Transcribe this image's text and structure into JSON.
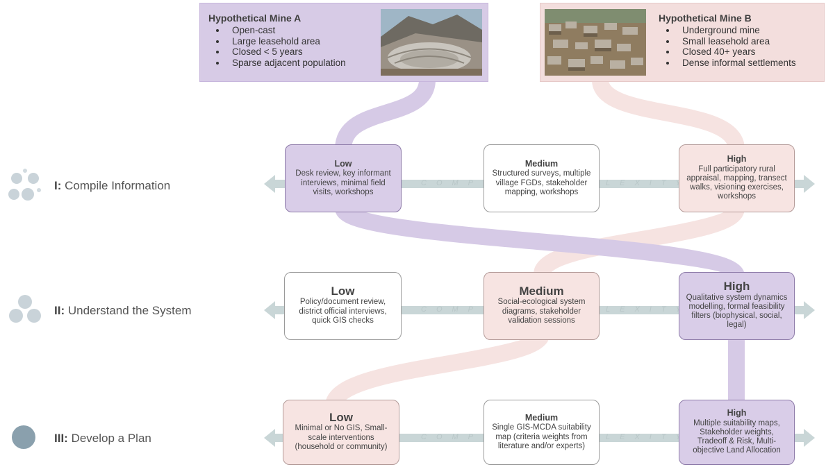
{
  "mines": [
    {
      "title": "Hypothetical Mine A",
      "bullets": [
        "Open-cast",
        "Large leasehold area",
        "Closed < 5 years",
        "Sparse adjacent population"
      ],
      "photo": "open-pit-mine-photo"
    },
    {
      "title": "Hypothetical Mine B",
      "bullets": [
        "Underground mine",
        "Small leasehold area",
        "Closed 40+ years",
        "Dense informal settlements"
      ],
      "photo": "informal-settlement-photo"
    }
  ],
  "stages": [
    {
      "numeral": "I:",
      "name": " Compile Information"
    },
    {
      "numeral": "II:",
      "name": " Understand the System"
    },
    {
      "numeral": "III:",
      "name": " Develop a Plan"
    }
  ],
  "rows": [
    {
      "boxes": [
        {
          "level": "Low",
          "text": "Desk review, key informant interviews, minimal field visits, workshops"
        },
        {
          "level": "Medium",
          "text": "Structured surveys, multiple village FGDs, stakeholder mapping, workshops"
        },
        {
          "level": "High",
          "text": "Full participatory rural appraisal, mapping, transect walks, visioning exercises, workshops"
        }
      ],
      "complexity_left": "COMP",
      "complexity_right": "LEXITY"
    },
    {
      "boxes": [
        {
          "level": "Low",
          "text": "Policy/document review, district official interviews, quick GIS checks"
        },
        {
          "level": "Medium",
          "text": "Social-ecological system diagrams, stakeholder validation sessions"
        },
        {
          "level": "High",
          "text": "Qualitative system dynamics modelling, formal feasibility filters (biophysical, social, legal)"
        }
      ],
      "complexity_left": "COMP",
      "complexity_right": "LEXITY"
    },
    {
      "boxes": [
        {
          "level": "Low",
          "text": "Minimal or No GIS, Small-scale interventions (household or community)"
        },
        {
          "level": "Medium",
          "text": "Single GIS-MCDA suitability map (criteria weights from literature and/or experts)"
        },
        {
          "level": "High",
          "text": "Multiple suitability maps, Stakeholder weights, Tradeoff & Risk, Multi-objective Land Allocation"
        }
      ],
      "complexity_left": "COMP",
      "complexity_right": "LEXITY"
    }
  ],
  "colors": {
    "mine_a_path": "#d6cae6",
    "mine_b_path": "#f6e3e1",
    "arrow": "#c9d6d7",
    "purple_box": "#d9cde8",
    "pink_box": "#f7e4e2"
  }
}
